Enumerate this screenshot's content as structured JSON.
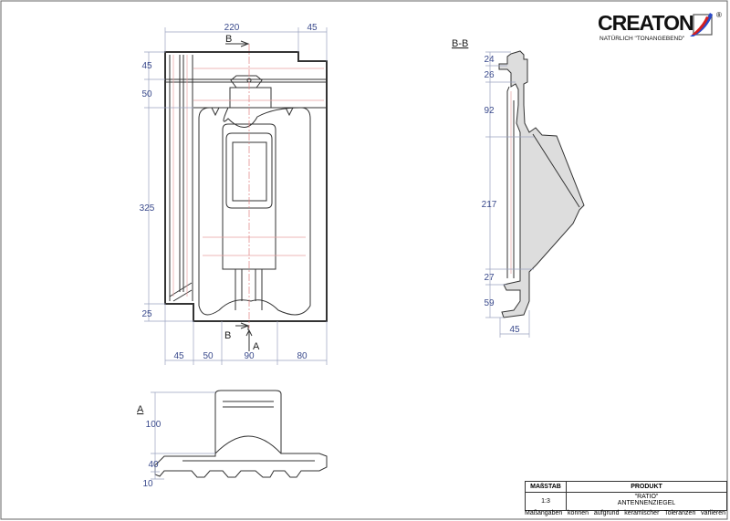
{
  "logo": {
    "name": "CREATON",
    "tagline": "NATÜRLICH \"TONANGEBEND\"",
    "registered": "®"
  },
  "top_view": {
    "dims_top": [
      "220",
      "45"
    ],
    "dims_left": [
      "45",
      "50",
      "325",
      "25"
    ],
    "dims_bottom": [
      "45",
      "50",
      "90",
      "80"
    ],
    "section_marks": [
      "B",
      "B",
      "A"
    ]
  },
  "section_bb": {
    "label": "B-B",
    "dims_left": [
      "24",
      "26",
      "92",
      "217",
      "27",
      "59"
    ],
    "dim_bottom": "45"
  },
  "view_a": {
    "label": "A",
    "dims_left": [
      "100",
      "40",
      "10"
    ]
  },
  "title_block": {
    "scale_header": "MAßSTAB",
    "product_header": "PRODUKT",
    "scale": "1:3",
    "product_name": "\"RATIO\"",
    "product_type": "ANTENNENZIEGEL"
  },
  "note": "Maßangaben können aufgrund keramischer Toleranzen variieren",
  "colors": {
    "dimension": "#3a4a8c",
    "outline": "#333333",
    "hidden": "#e8a0a0"
  }
}
